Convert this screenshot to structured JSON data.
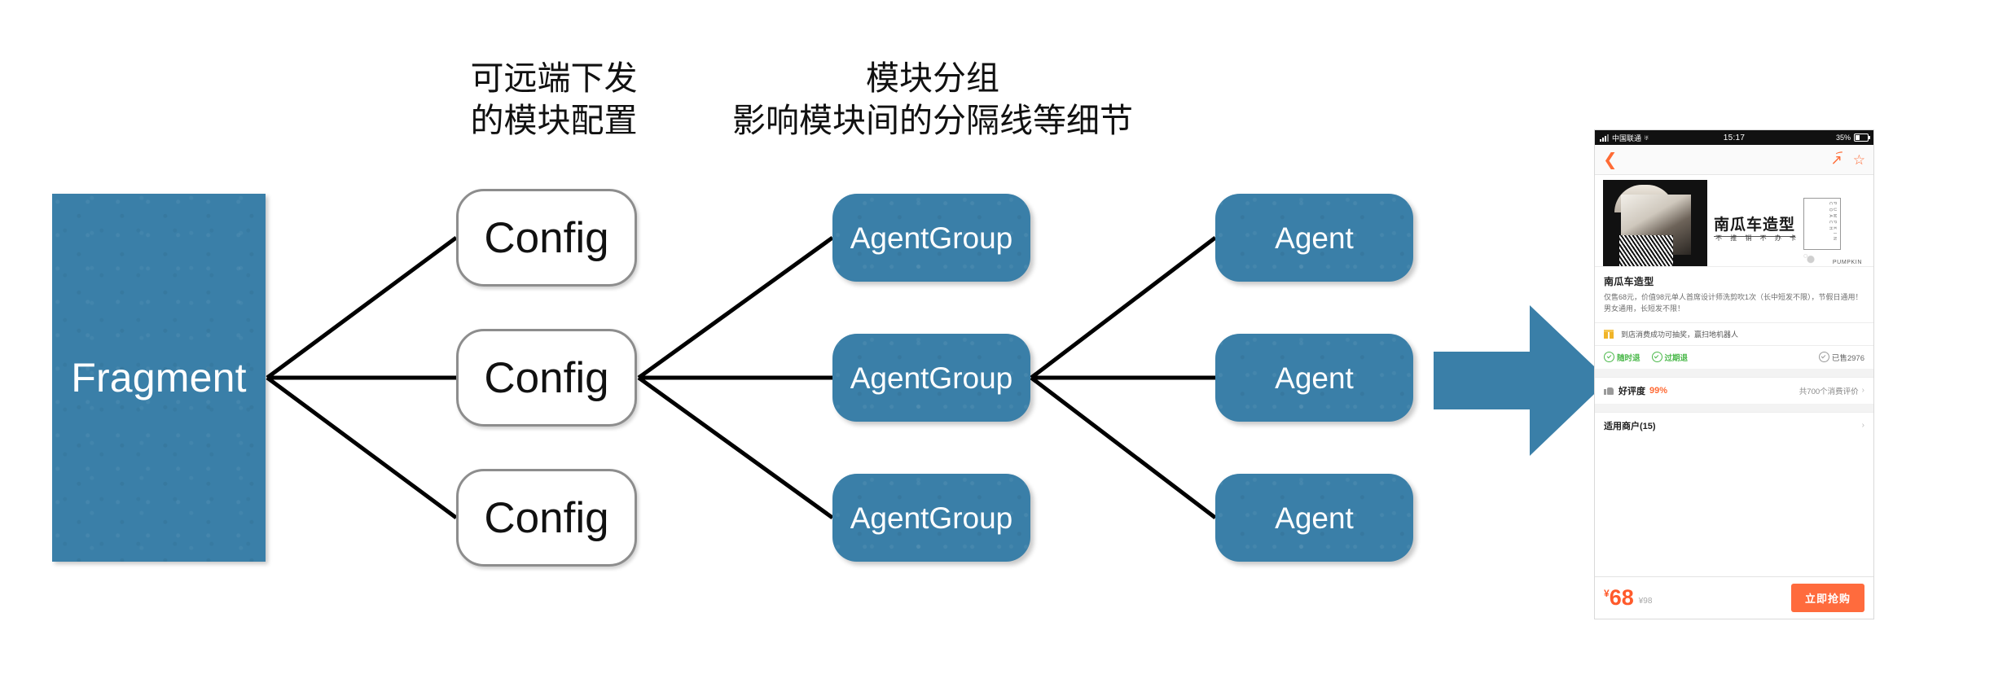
{
  "diagram": {
    "captions": {
      "config_note": "可远端下发\n的模块配置",
      "group_note": "模块分组\n影响模块间的分隔线等细节"
    },
    "root": {
      "label": "Fragment"
    },
    "configs": [
      {
        "label": "Config"
      },
      {
        "label": "Config"
      },
      {
        "label": "Config"
      }
    ],
    "agent_groups": [
      {
        "label": "AgentGroup"
      },
      {
        "label": "AgentGroup"
      },
      {
        "label": "AgentGroup"
      }
    ],
    "agents": [
      {
        "label": "Agent"
      },
      {
        "label": "Agent"
      },
      {
        "label": "Agent"
      }
    ],
    "arrow_icon": "right-arrow-icon",
    "colors": {
      "node_blue": "#3a7fa8",
      "config_border": "#8d8d8d",
      "edge_black": "#000000"
    }
  },
  "phone": {
    "status_bar": {
      "carrier": "中国联通",
      "time": "15:17",
      "battery": "35%"
    },
    "nav": {
      "back_icon": "chevron-left-icon",
      "share_icon": "share-icon",
      "favorite_icon": "star-icon"
    },
    "hero": {
      "title": "南瓜车造型",
      "subtitle": "不 推 销 不 办 卡",
      "vertical_text": "PUMPKIN COACH",
      "brand": "PUMPKIN"
    },
    "product": {
      "title": "南瓜车造型",
      "description": "仅售68元，价值98元单人首席设计师洗剪吹1次（长中短发不限），节假日通用！男女通用，长短发不限！"
    },
    "promo": {
      "icon": "gift-icon",
      "text": "到店消费成功可抽奖，赢扫地机器人"
    },
    "tags": [
      {
        "icon": "check-circle-icon",
        "label": "随时退"
      },
      {
        "icon": "check-circle-icon",
        "label": "过期退"
      }
    ],
    "sold": {
      "icon": "check-circle-icon",
      "label": "已售2976"
    },
    "rating": {
      "icon": "thumbs-up-icon",
      "label": "好评度",
      "value": "99%",
      "reviews": "共700个消费评价",
      "chevron": "›"
    },
    "merchants": {
      "label": "适用商户(15)",
      "chevron": "›"
    },
    "buybar": {
      "currency": "¥",
      "price": "68",
      "original_price": "¥98",
      "button_label": "立即抢购"
    },
    "colors": {
      "accent_orange": "#ff6b35",
      "buy_orange": "#ff6b3d",
      "tag_green": "#4cb94c"
    }
  }
}
